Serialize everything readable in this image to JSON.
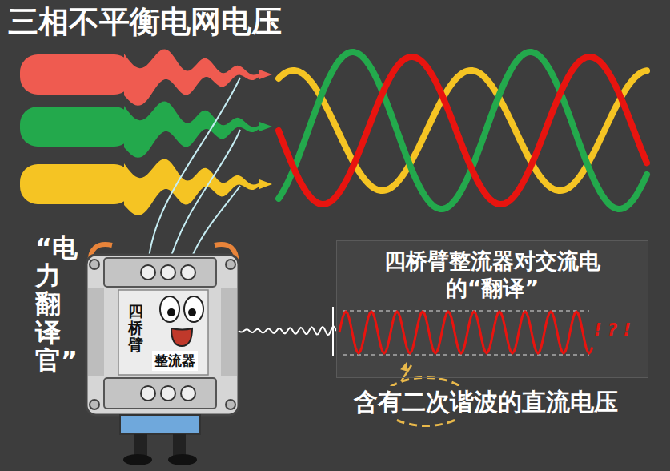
{
  "diagram": {
    "title": "三相不平衡电网电压",
    "nodes": [
      {
        "text": [
          "四桥臂",
          "整流器"
        ]
      },
      {
        "text": [
          "四桥臂整流器对交流电 的“翻译”"
        ]
      }
    ],
    "edges": [
      {
        "from": 0,
        "to": 1,
        "arrow": "none"
      }
    ],
    "labels": [
      "“电力翻译官”",
      "! ? !",
      "含有二次谐波的直流电压"
    ]
  }
}
